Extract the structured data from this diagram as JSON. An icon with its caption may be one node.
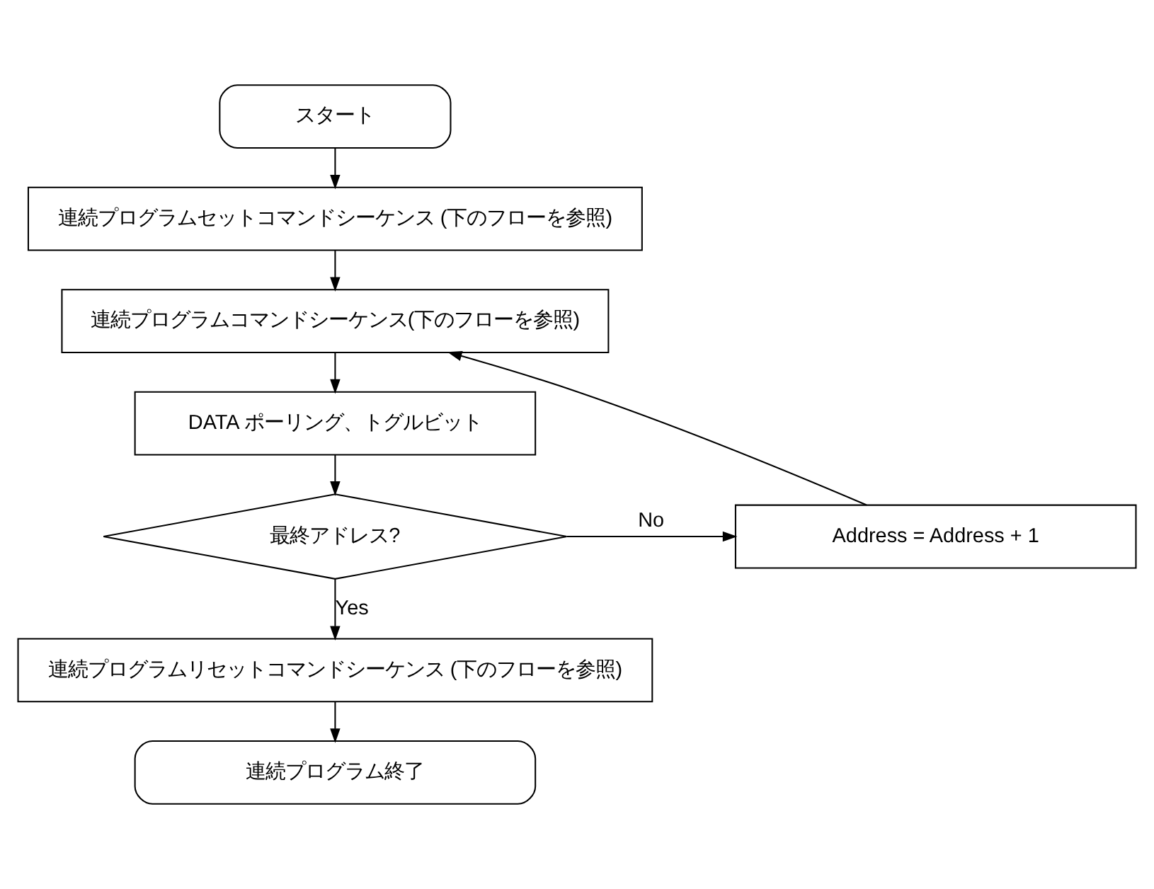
{
  "diagram": {
    "nodes": [
      {
        "text": [
          "スタート"
        ]
      },
      {
        "text": [
          "連続プログラムセットコマンドシーケンス (下のフローを参照)"
        ]
      },
      {
        "text": [
          "連続プログラムコマンドシーケンス(下のフローを参照)"
        ]
      },
      {
        "text": [
          "DATA ポーリング、トグルビット"
        ]
      },
      {
        "text": [
          "最終アドレス?"
        ]
      },
      {
        "text": [
          "Address = Address + 1"
        ]
      },
      {
        "text": [
          "連続プログラムリセットコマンドシーケンス (下のフローを参照)"
        ]
      },
      {
        "text": [
          "連続プログラム終了"
        ]
      }
    ],
    "edges": [
      {
        "from": 0,
        "to": 1,
        "arrow": "to"
      },
      {
        "from": 1,
        "to": 2,
        "arrow": "to"
      },
      {
        "from": 2,
        "to": 3,
        "arrow": "to"
      },
      {
        "from": 3,
        "to": 4,
        "arrow": "to"
      },
      {
        "from": 4,
        "to": 5,
        "arrow": "to",
        "label": "No"
      },
      {
        "from": 5,
        "to": 2,
        "arrow": "to"
      },
      {
        "from": 4,
        "to": 6,
        "arrow": "to",
        "label": "Yes"
      },
      {
        "from": 6,
        "to": 7,
        "arrow": "to"
      }
    ]
  }
}
